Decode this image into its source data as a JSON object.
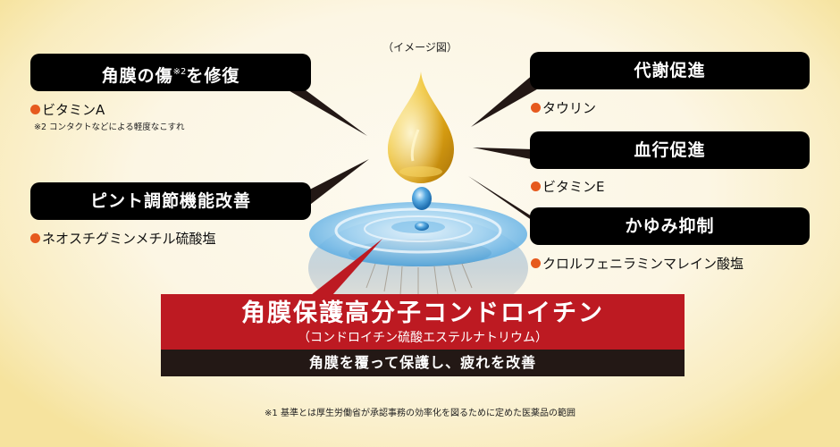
{
  "illustration": {
    "caption": "（イメージ図）",
    "drop_icon": "golden-oil-drop",
    "lens_icon": "contact-lens-with-water-ripple"
  },
  "effects_left": [
    {
      "label": "角膜の傷",
      "label_sup": "※2",
      "label_suffix": "を修復",
      "ingredient": "ビタミンA",
      "note": "※2 コンタクトなどによる軽度なこすれ"
    },
    {
      "label": "ピント調節機能改善",
      "ingredient": "ネオスチグミンメチル硫酸塩"
    }
  ],
  "effects_right": [
    {
      "label": "代謝促進",
      "ingredient": "タウリン"
    },
    {
      "label": "血行促進",
      "ingredient": "ビタミンE"
    },
    {
      "label": "かゆみ抑制",
      "ingredient": "クロルフェニラミンマレイン酸塩"
    }
  ],
  "banner": {
    "title": "角膜保護高分子コンドロイチン",
    "subtitle": "（コンドロイチン硫酸エステルナトリウム）",
    "tagline": "角膜を覆って保護し、疲れを改善"
  },
  "footnote": "※1 基準とは厚生労働省が承認事務の効率化を図るために定めた医薬品の範囲",
  "colors": {
    "label_bg": "#000000",
    "banner_red": "#bd1a22",
    "banner_dark": "#231815",
    "bullet_orange": "#e65a1e",
    "background_center": "#fdfaf0",
    "background_edge": "#f6e39e"
  }
}
